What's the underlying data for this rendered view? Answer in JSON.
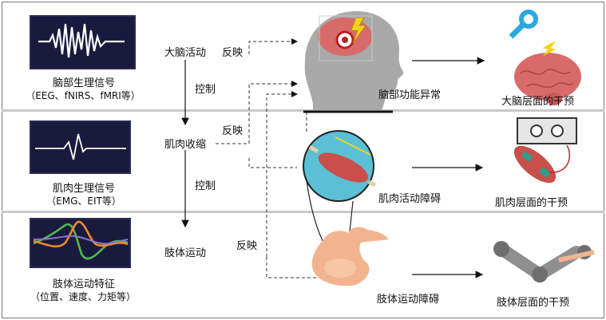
{
  "rows": [
    {
      "signal_title": "脑部生理信号",
      "signal_sub": "（EEG、fNIRS、fMRI等）",
      "process": "大脑活动",
      "disorder": "脑部功能异常",
      "intervention": "大脑层面的干预"
    },
    {
      "signal_title": "肌肉生理信号",
      "signal_sub": "（EMG、EIT等）",
      "process": "肌肉收缩",
      "disorder": "肌肉活动障碍",
      "intervention": "肌肉层面的干预"
    },
    {
      "signal_title": "肢体运动特征",
      "signal_sub": "（位置、速度、力矩等）",
      "process": "肢体运动",
      "disorder": "肢体运动障碍",
      "intervention": "肢体层面的干预"
    }
  ],
  "connectors": {
    "reflect_1": "反映",
    "control_1": "控制",
    "reflect_2": "反映",
    "control_2": "控制",
    "reflect_3": "反映"
  },
  "colors": {
    "signal_bg": "#1a1a3d",
    "brain": "#d96a6a",
    "head": "#a9a9a9",
    "muscle": "#c9504a",
    "lens": "#5bbfd6",
    "skin": "#f2b48f",
    "robot": "#8f8f8f",
    "key": "#2aa8e0",
    "bolt": "#f3d21c"
  }
}
